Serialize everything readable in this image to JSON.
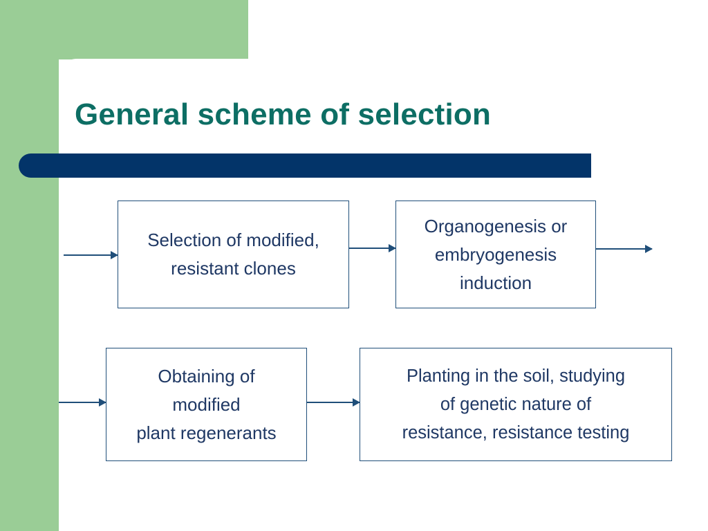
{
  "slide": {
    "title": "General scheme of selection",
    "theme": {
      "green": "#9acd96",
      "title_teal": "#0d6e64",
      "bar_navy": "#033469",
      "box_border": "#1f4e79",
      "box_text": "#1f3864",
      "background": "#ffffff"
    }
  },
  "diagram": {
    "type": "flowchart",
    "boxes": [
      {
        "id": "box-1",
        "lines": [
          "Selection of modified,",
          "resistant clones"
        ]
      },
      {
        "id": "box-2",
        "lines": [
          "Organogenesis or",
          "embryogenesis",
          "induction"
        ]
      },
      {
        "id": "box-3",
        "lines": [
          "Obtaining of",
          "modified",
          "plant regenerants"
        ]
      },
      {
        "id": "box-4",
        "lines": [
          "Planting in the soil, studying",
          "of genetic nature of",
          "resistance, resistance testing"
        ]
      }
    ],
    "arrows": [
      {
        "id": "arrow-in-1",
        "from": "entry",
        "to": "box-1"
      },
      {
        "id": "arrow-1-to-2",
        "from": "box-1",
        "to": "box-2"
      },
      {
        "id": "arrow-out-2",
        "from": "box-2",
        "to": "exit"
      },
      {
        "id": "arrow-in-3",
        "from": "entry",
        "to": "box-3"
      },
      {
        "id": "arrow-3-to-4",
        "from": "box-3",
        "to": "box-4"
      }
    ]
  }
}
